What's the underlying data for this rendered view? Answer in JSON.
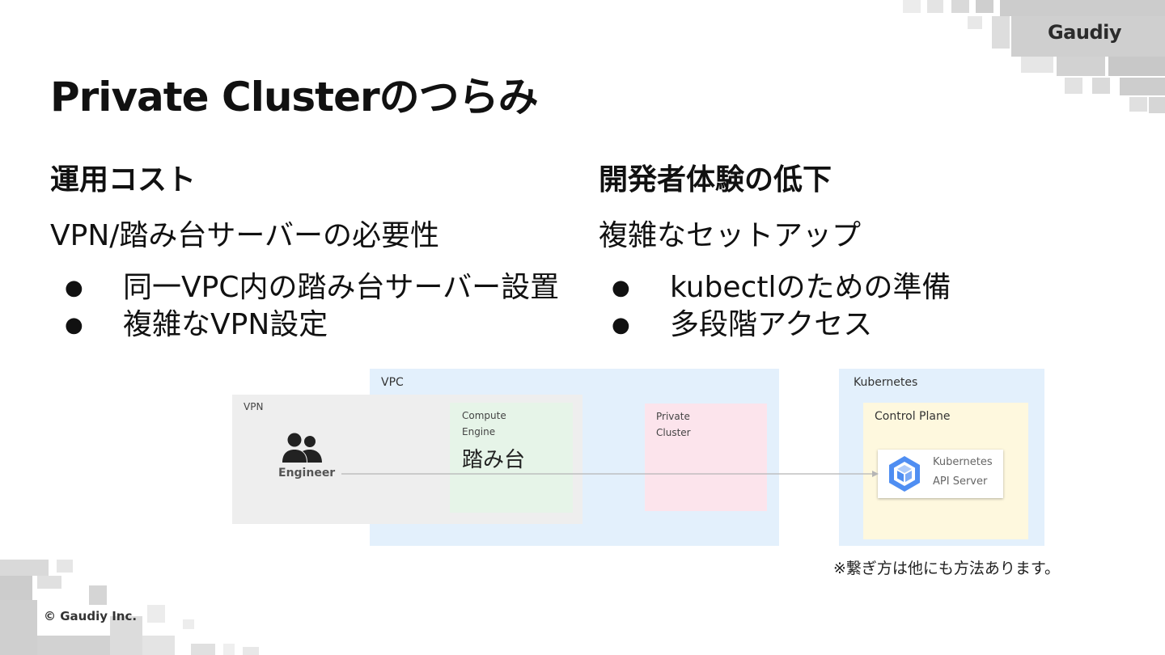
{
  "logo": "Gaudiy",
  "title": "Private Clusterのつらみ",
  "left_column": {
    "heading": "運用コスト",
    "subheading": "VPN/踏み台サーバーの必要性",
    "bullets": [
      "同一VPC内の踏み台サーバー設置",
      "複雑なVPN設定"
    ]
  },
  "right_column": {
    "heading": "開発者体験の低下",
    "subheading": "複雑なセットアップ",
    "bullets": [
      "kubectlのための準備",
      "多段階アクセス"
    ]
  },
  "bullet_glyph": "●",
  "diagram": {
    "vpc_label": "VPC",
    "vpn_label": "VPN",
    "engineer_label": "Engineer",
    "compute_engine_line1": "Compute",
    "compute_engine_line2": "Engine",
    "bastion_label": "踏み台",
    "private_cluster_line1": "Private",
    "private_cluster_line2": "Cluster",
    "kubernetes_label": "Kubernetes",
    "control_plane_label": "Control Plane",
    "api_server_line1": "Kubernetes",
    "api_server_line2": "API Server"
  },
  "note": "※繋ぎ方は他にも方法あります。",
  "copyright": "© Gaudiy Inc.",
  "colors": {
    "vpc_bg": "#e3f0fc",
    "vpn_bg": "#eeeeee",
    "compute_bg": "#e6f4e8",
    "private_bg": "#fce4ec",
    "kubernetes_bg": "#e3f0fc",
    "control_plane_bg": "#fef8de",
    "k8s_icon": "#4f8ef2",
    "pixel_decor": "#dcdcdc"
  },
  "icons": [
    "people-icon",
    "kubernetes-hexagon-icon",
    "arrow-right-icon"
  ]
}
